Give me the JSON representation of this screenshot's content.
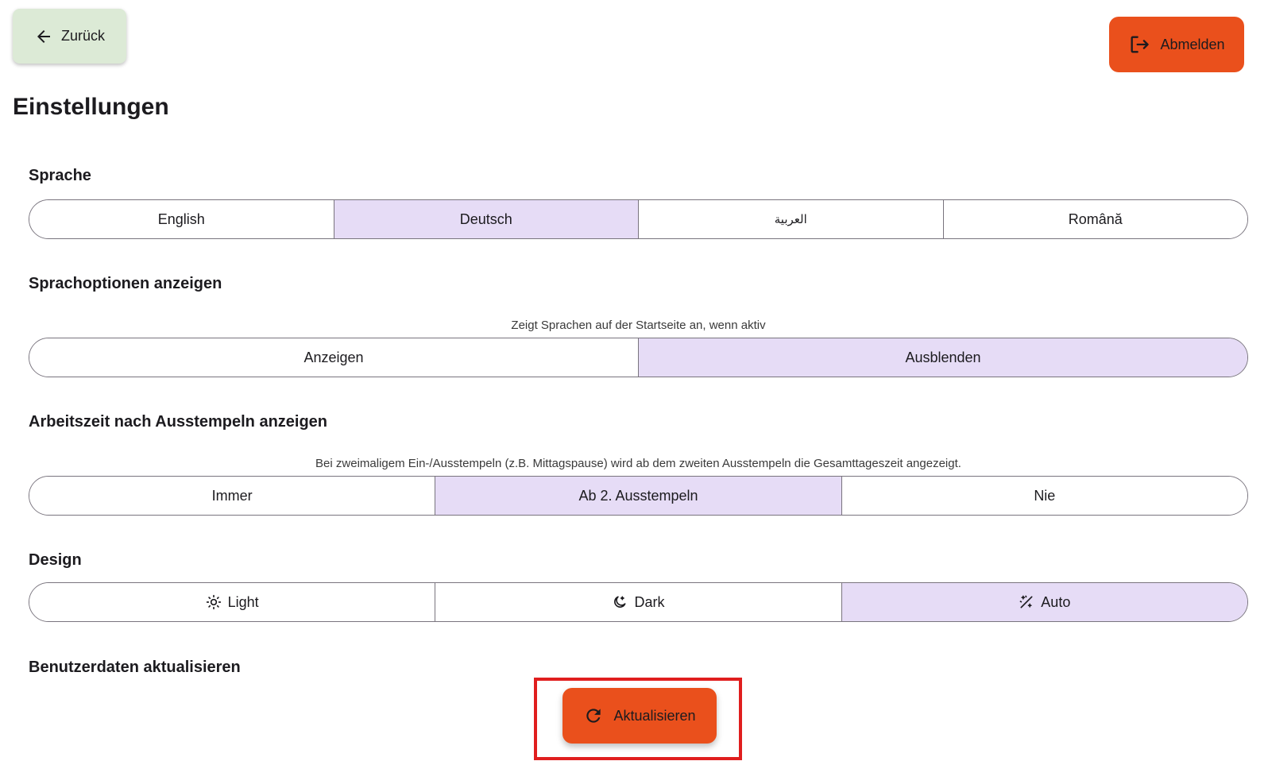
{
  "header": {
    "back_label": "Zurück",
    "logout_label": "Abmelden"
  },
  "page": {
    "title": "Einstellungen"
  },
  "language": {
    "label": "Sprache",
    "options": [
      "English",
      "Deutsch",
      "العربية",
      "Română"
    ],
    "selected": "Deutsch"
  },
  "language_options": {
    "label": "Sprachoptionen anzeigen",
    "hint": "Zeigt Sprachen auf der Startseite an, wenn aktiv",
    "options": [
      "Anzeigen",
      "Ausblenden"
    ],
    "selected": "Ausblenden"
  },
  "worktime": {
    "label": "Arbeitszeit nach Ausstempeln anzeigen",
    "hint": "Bei zweimaligem Ein-/Ausstempeln (z.B. Mittagspause) wird ab dem zweiten Ausstempeln die Gesamttageszeit angezeigt.",
    "options": [
      "Immer",
      "Ab 2. Ausstempeln",
      "Nie"
    ],
    "selected": "Ab 2. Ausstempeln"
  },
  "design": {
    "label": "Design",
    "options": [
      "Light",
      "Dark",
      "Auto"
    ],
    "icons": [
      "sun-icon",
      "moon-icon",
      "auto-theme-icon"
    ],
    "selected": "Auto"
  },
  "user_data": {
    "label": "Benutzerdaten aktualisieren",
    "refresh_label": "Aktualisieren"
  },
  "colors": {
    "accent": "#ea501c",
    "back_button": "#dcead6",
    "selected_segment": "#e6dcf6",
    "highlight": "#e01e1e"
  }
}
